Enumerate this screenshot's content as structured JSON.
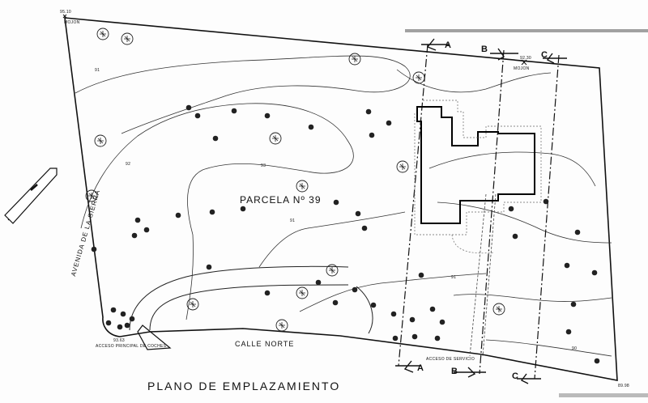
{
  "title": "PLANO DE EMPLAZAMIENTO",
  "parcel": "PARCELA Nº 39",
  "streets": {
    "north": "CALLE NORTE",
    "sierra": "AVENIDA DE LA SIERRA"
  },
  "access": {
    "main": "ACCESO PRINCIPAL DE COCHES",
    "service": "ACCESO DE SERVICIO"
  },
  "markers": {
    "mojon_label": "MOJON",
    "elev_top_left": "95.10",
    "elev_mid": "92.30",
    "elev_bottom_left": "93.63",
    "elev_bottom_right": "89.98"
  },
  "contours": [
    "91",
    "92",
    "93",
    "91",
    "90",
    "91"
  ],
  "sections": {
    "a": "A",
    "b": "B",
    "c": "C"
  }
}
